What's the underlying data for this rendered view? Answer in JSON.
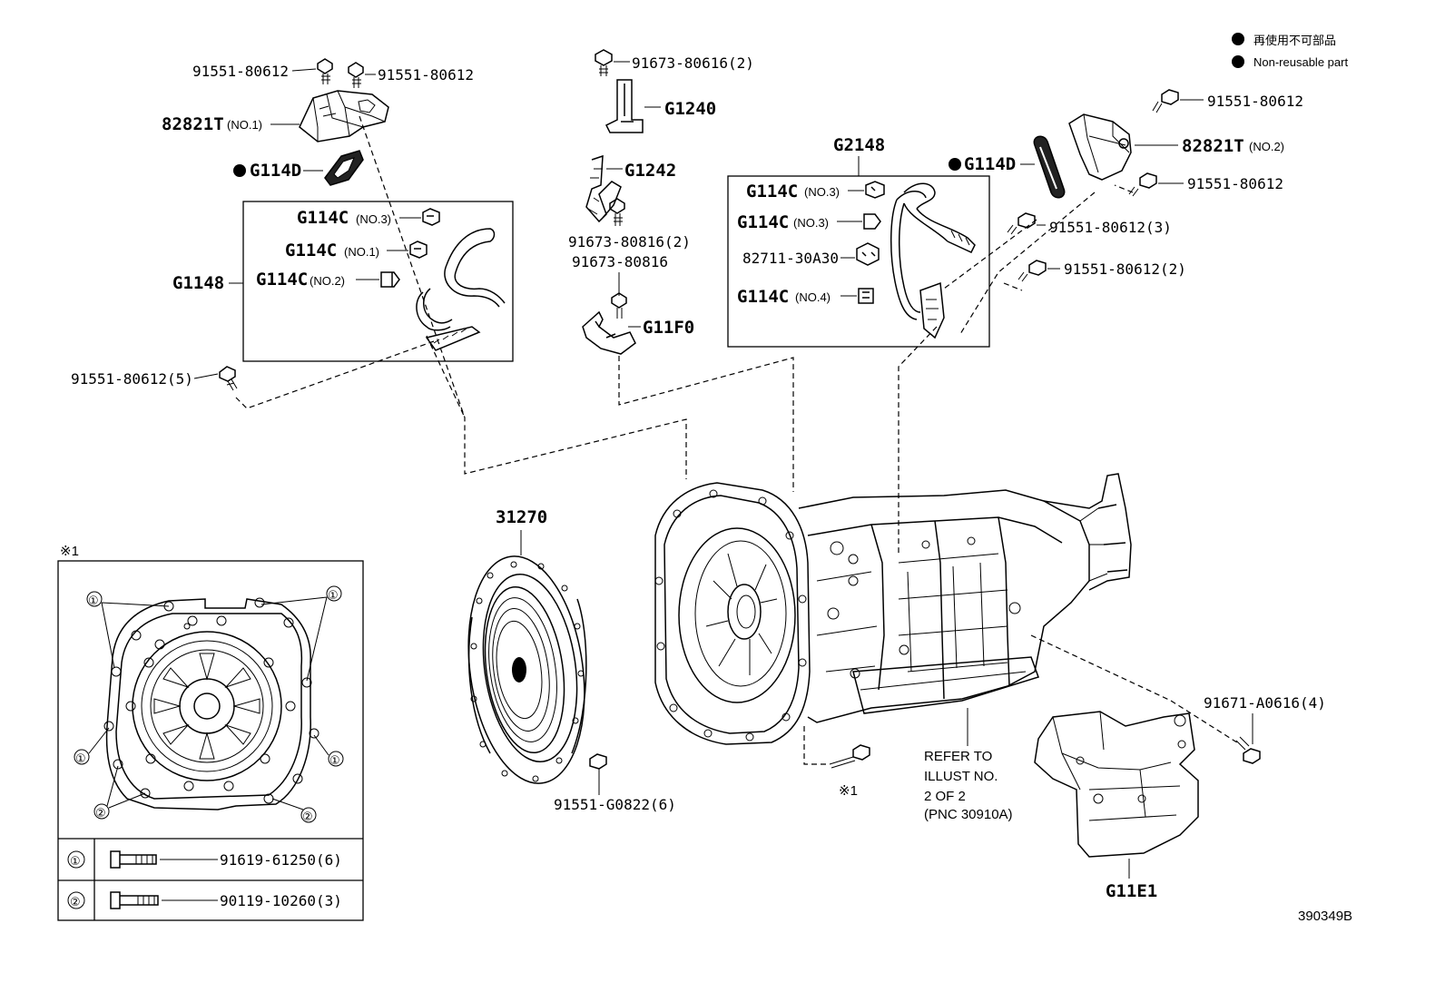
{
  "legend": {
    "jp": "再使用不可部品",
    "en": "Non-reusable part"
  },
  "labels": {
    "b1a": "91551-80612",
    "b1b": "91551-80612",
    "bracket1": "82821T",
    "bracket1_no": "(NO.1)",
    "g114d_left": "G114D",
    "g1148": "G1148",
    "g114c_no3_left": "G114C",
    "g114c_no3_left_no": "(NO.3)",
    "g114c_no1": "G114C",
    "g114c_no1_no": "(NO.1)",
    "g114c_no2": "G114C",
    "g114c_no2_no": "(NO.2)",
    "bolt_left_5": "91551-80612(5)",
    "bolt_top_2": "91673-80616(2)",
    "g1240": "G1240",
    "g1242": "G1242",
    "bolt_mid_2": "91673-80816(2)",
    "bolt_mid": "91673-80816",
    "g11f0": "G11F0",
    "g2148": "G2148",
    "g114c_no3_r1": "G114C",
    "g114c_no3_r1_no": "(NO.3)",
    "g114c_no3_r2": "G114C",
    "g114c_no3_r2_no": "(NO.3)",
    "clip_82711": "82711-30A30",
    "g114c_no4": "G114C",
    "g114c_no4_no": "(NO.4)",
    "g114d_right": "G114D",
    "b_right_top": "91551-80612",
    "bracket2": "82821T",
    "bracket2_no": "(NO.2)",
    "b_right_2": "91551-80612",
    "b_right_3": "91551-80612(3)",
    "b_right_2b": "91551-80612(2)",
    "plate_31270": "31270",
    "bolt_g0822": "91551-G0822(6)",
    "refer_1": "REFER TO",
    "refer_2": "ILLUST NO.",
    "refer_3": "2 OF 2",
    "refer_4": "(PNC 30910A)",
    "bolt_a0616": "91671-A0616(4)",
    "g11e1": "G11E1",
    "note_mark": "※1",
    "note_mark_bottom": "※1",
    "diagram_id": "390349B"
  },
  "detail": {
    "circle_1": "①",
    "circle_2": "②",
    "row1_code": "①",
    "row1_part": "91619-61250(6)",
    "row2_code": "②",
    "row2_part": "90119-10260(3)"
  }
}
